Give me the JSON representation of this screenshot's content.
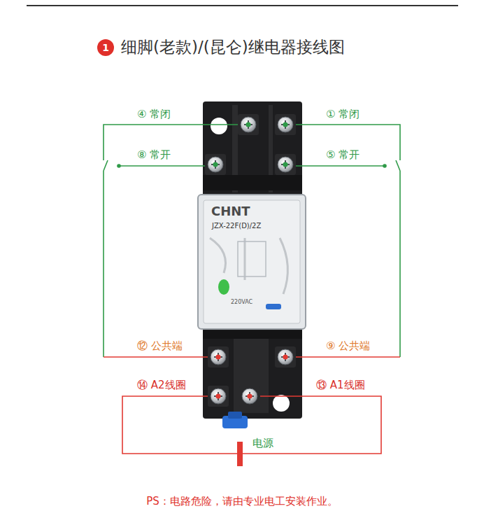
{
  "diagram": {
    "title": "细脚(老款)/(昆仑)继电器接线图",
    "caption": "PS：电路危险，请由专业电工安装作业。",
    "labels": [
      "1",
      "④ 常闭",
      "① 常闭",
      "⑧ 常开",
      "⑤ 常开",
      "CHNT",
      "JZX-22F(D)/2Z",
      "220VAC",
      "⑫ 公共端",
      "⑨ 公共端",
      "⑭ A2线圈",
      "⑬ A1线圈",
      "电源"
    ]
  }
}
